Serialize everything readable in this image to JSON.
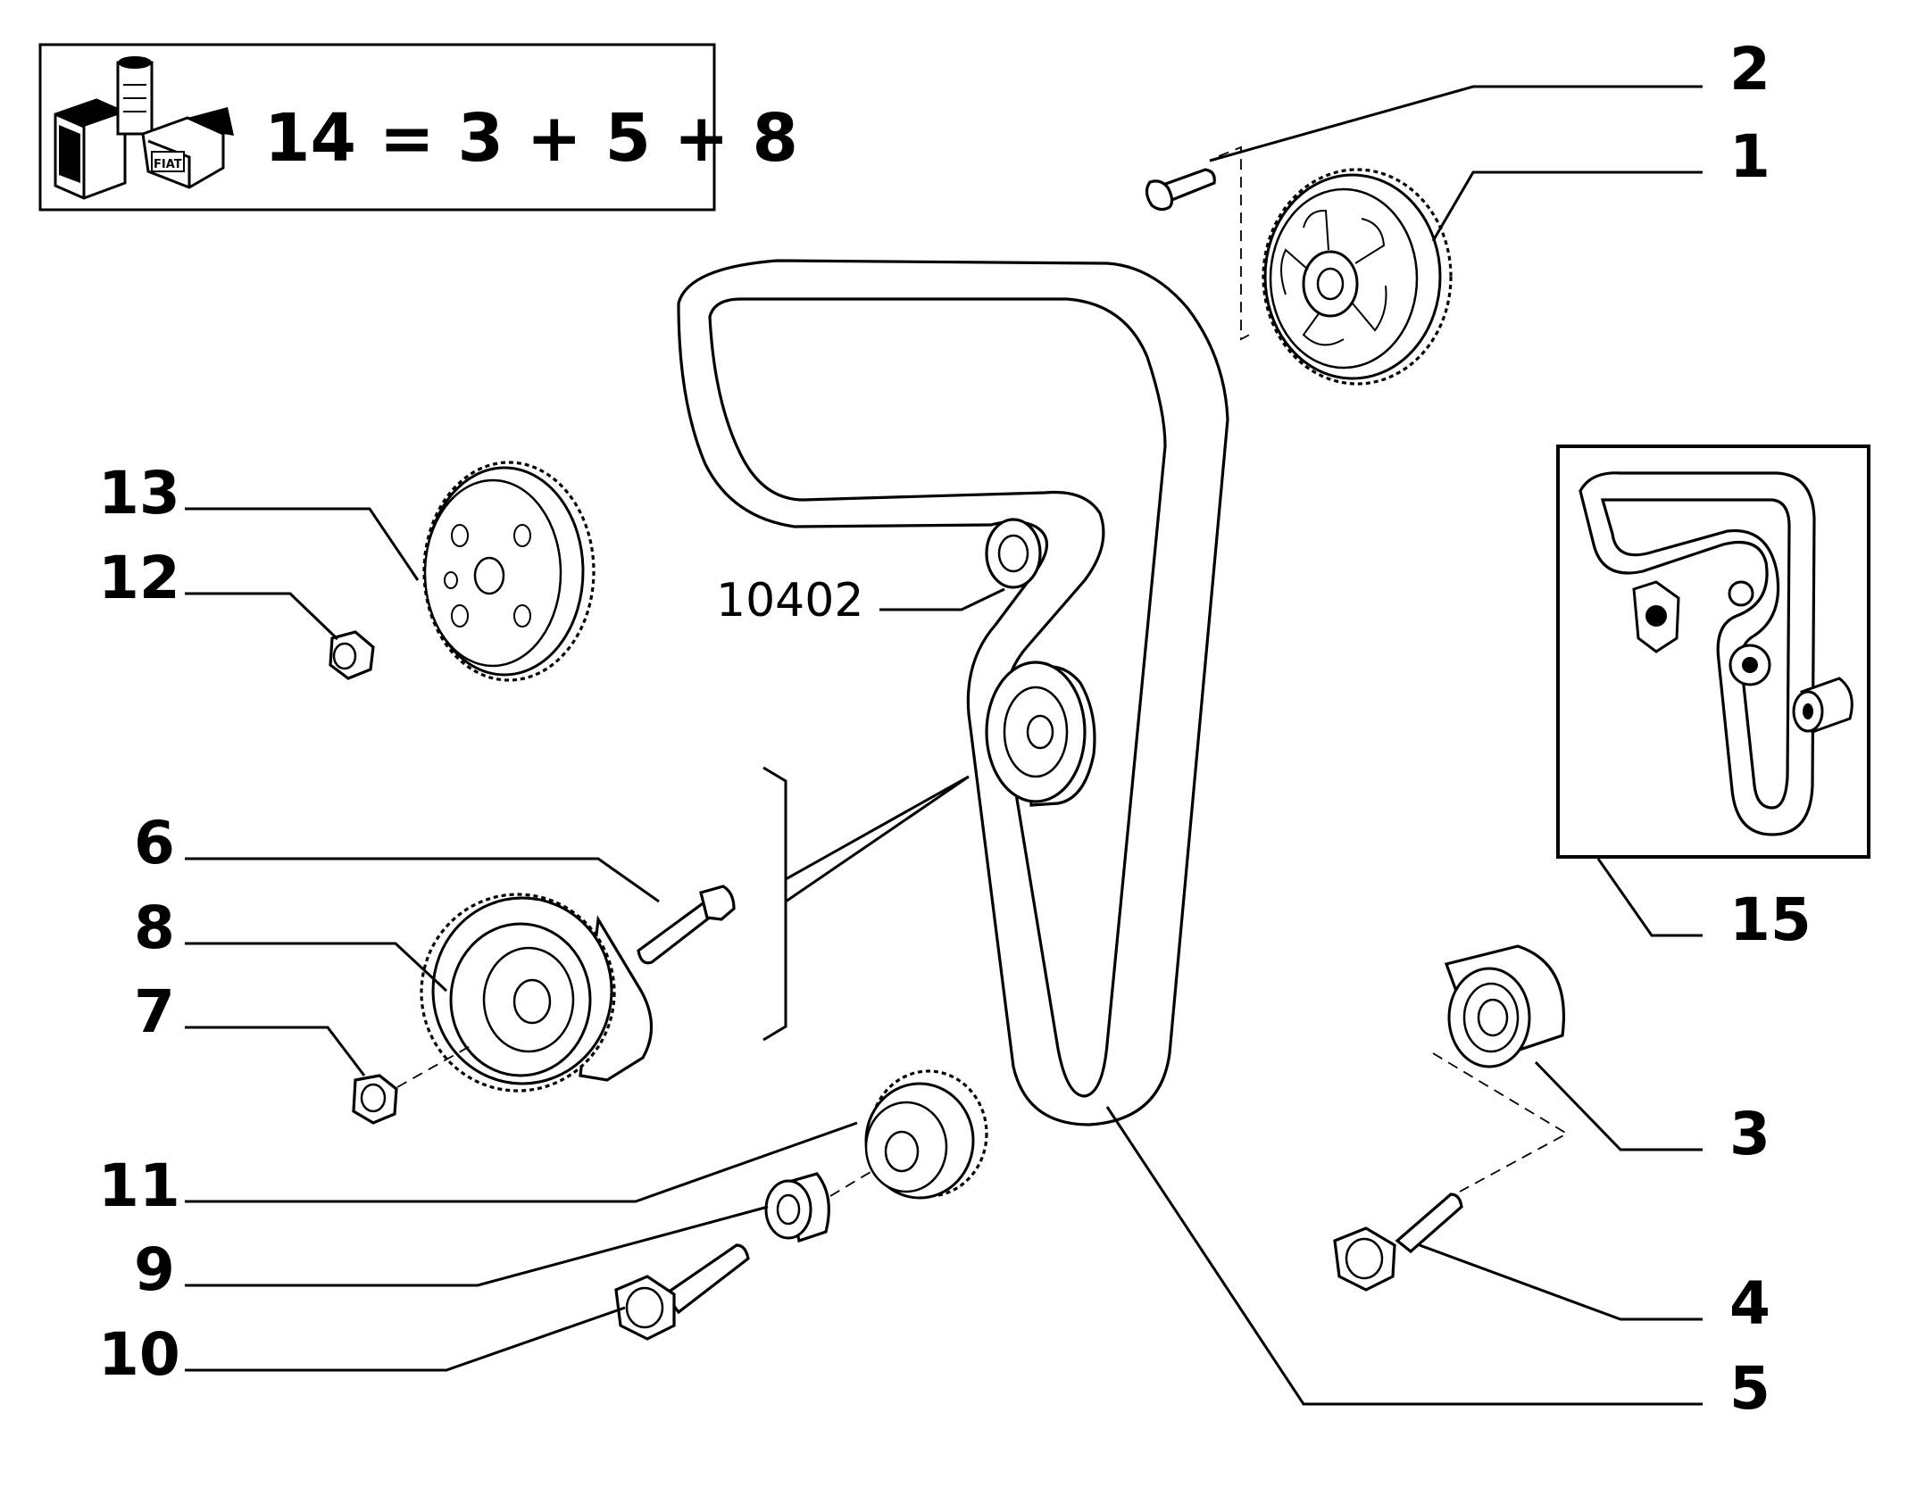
{
  "kit_box": {
    "formula": "14 = 3 + 5 + 8",
    "logo_text": "FIAT"
  },
  "reference_code": "10402",
  "callouts": {
    "p1": "1",
    "p2": "2",
    "p3": "3",
    "p4": "4",
    "p5": "5",
    "p6": "6",
    "p7": "7",
    "p8": "8",
    "p9": "9",
    "p10": "10",
    "p11": "11",
    "p12": "12",
    "p13": "13",
    "p15": "15"
  },
  "colors": {
    "line": "#000000",
    "background": "#ffffff"
  }
}
